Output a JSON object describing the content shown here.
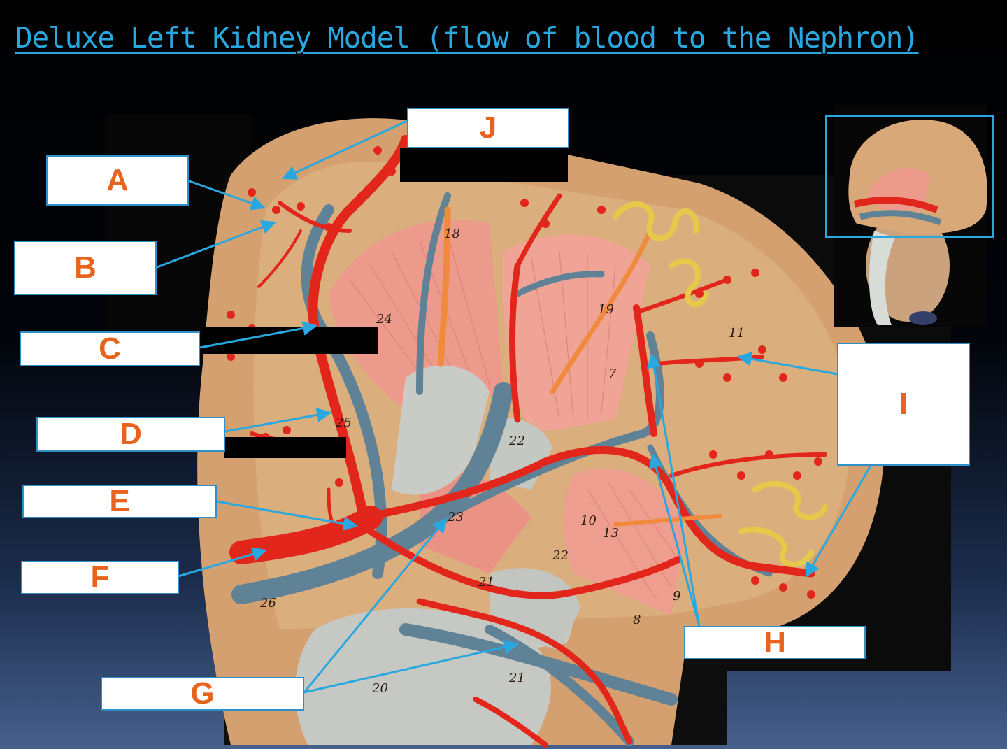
{
  "title": "Deluxe Left Kidney Model (flow of blood to the Nephron)",
  "labels": [
    "A",
    "B",
    "C",
    "D",
    "E",
    "F",
    "G",
    "H",
    "I",
    "J"
  ],
  "model_numbers": [
    "24",
    "25",
    "22",
    "22",
    "23",
    "21",
    "20",
    "26",
    "21",
    "13",
    "10",
    "9",
    "8",
    "7",
    "11",
    "18",
    "19"
  ],
  "colors": {
    "title": "#29a8e0",
    "label_text": "#e8641e",
    "pointer": "#29a8e0",
    "artery": "#e3261b",
    "vein": "#5f8296",
    "cortex": "#d9a878",
    "medulla": "#ec9a8c"
  }
}
